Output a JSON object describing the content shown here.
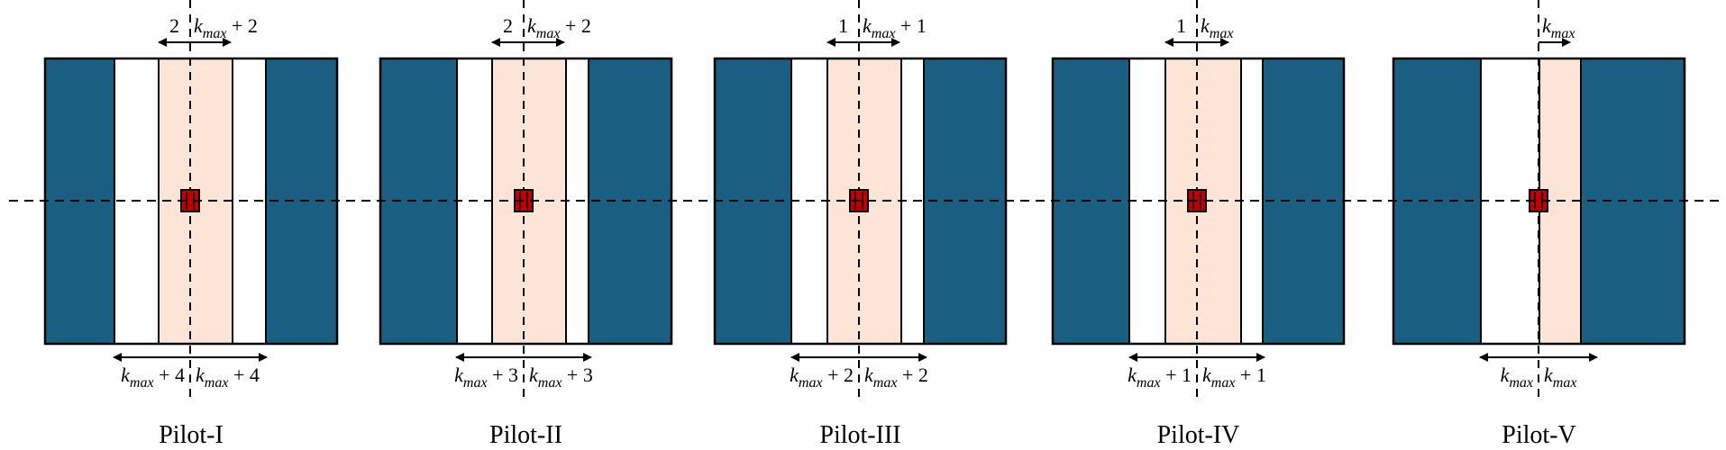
{
  "colors": {
    "outer_block": "#1a5f82",
    "pilot_band": "#fce4d6",
    "pilot_marker": "#c00000",
    "outline": "#000000",
    "background": "#ffffff"
  },
  "panels": [
    {
      "name": "Pilot-I",
      "top_left_label": "2",
      "top_right_label": "k_max + 2",
      "bottom_left_label": "k_max + 4",
      "bottom_right_label": "k_max + 4"
    },
    {
      "name": "Pilot-II",
      "top_left_label": "2",
      "top_right_label": "k_max + 2",
      "bottom_left_label": "k_max + 3",
      "bottom_right_label": "k_max + 3"
    },
    {
      "name": "Pilot-III",
      "top_left_label": "1",
      "top_right_label": "k_max + 1",
      "bottom_left_label": "k_max + 2",
      "bottom_right_label": "k_max + 2"
    },
    {
      "name": "Pilot-IV",
      "top_left_label": "1",
      "top_right_label": "k_max",
      "bottom_left_label": "k_max + 1",
      "bottom_right_label": "k_max + 1"
    },
    {
      "name": "Pilot-V",
      "top_left_label": "",
      "top_right_label": "k_max",
      "bottom_left_label": "k_max",
      "bottom_right_label": "k_max"
    }
  ]
}
